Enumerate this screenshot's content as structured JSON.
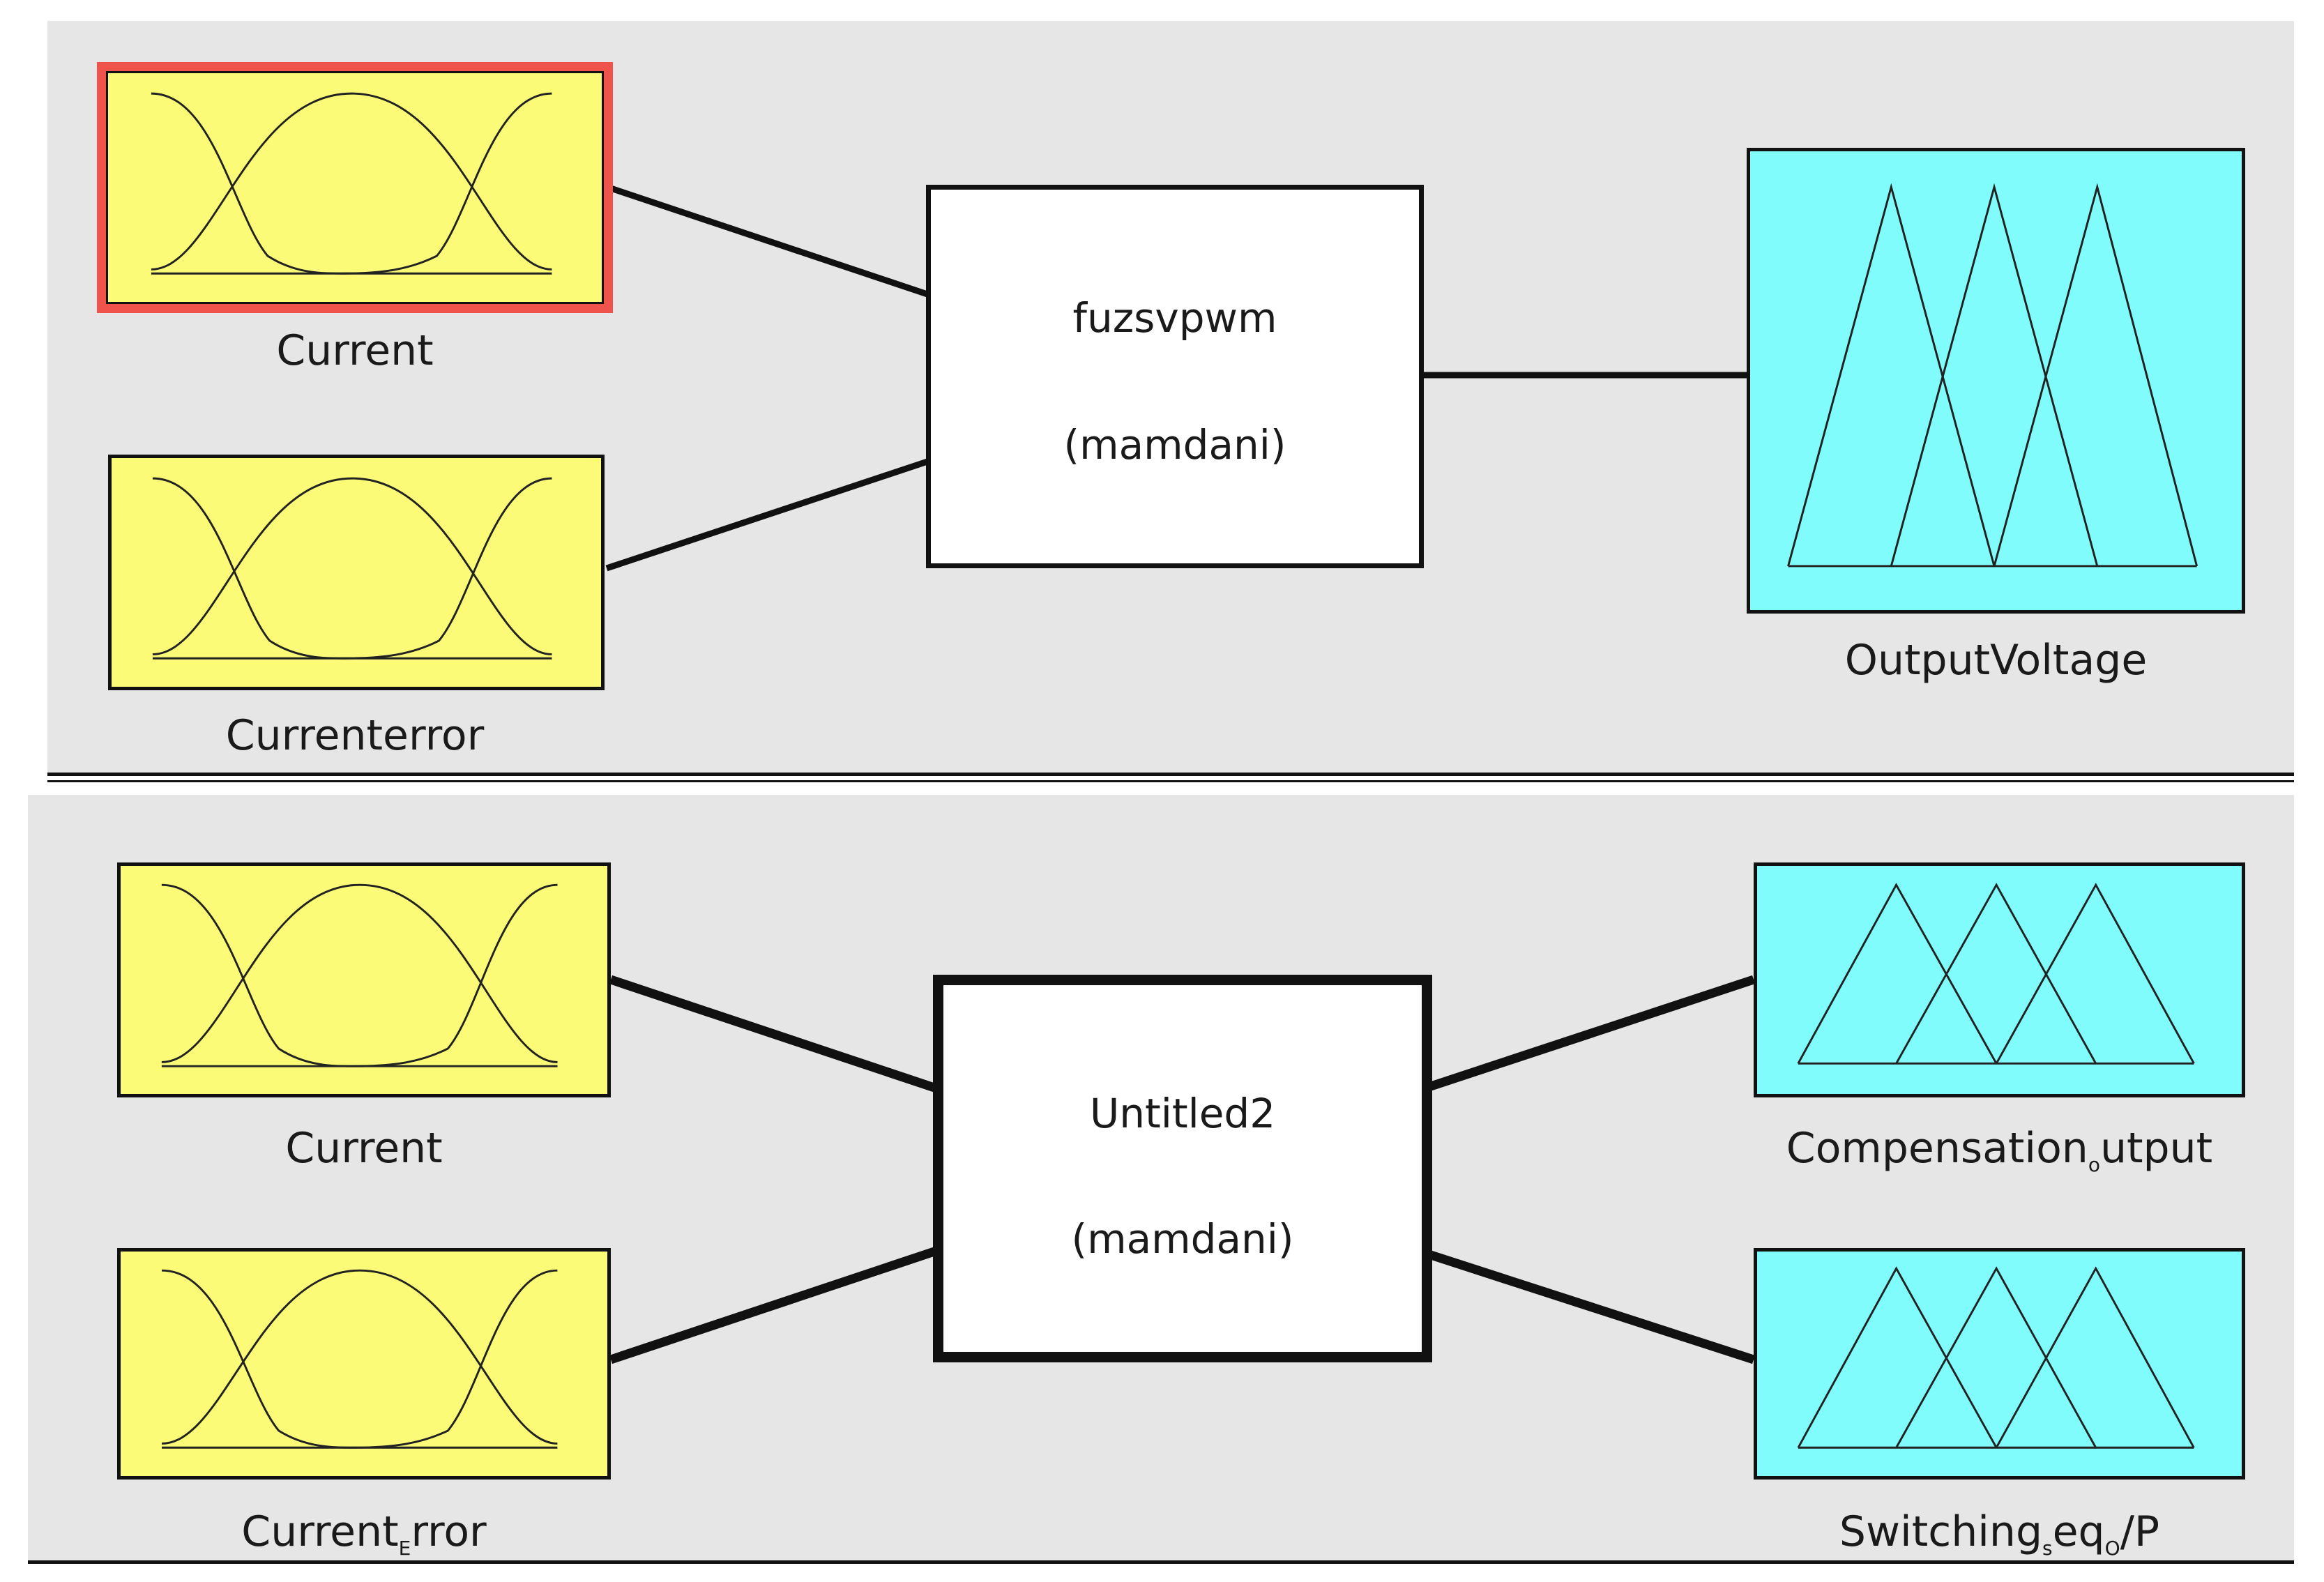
{
  "system1": {
    "name": "fuzsvpwm",
    "type": "(mamdani)",
    "inputs": [
      {
        "label": "Current",
        "mf_shape": "gaussian",
        "selected": true
      },
      {
        "label": "Currenterror",
        "mf_shape": "gaussian",
        "selected": false
      }
    ],
    "outputs": [
      {
        "label": "OutputVoltage",
        "mf_shape": "triangular"
      }
    ]
  },
  "system2": {
    "name": "Untitled2",
    "type": "(mamdani)",
    "inputs": [
      {
        "label": "Current",
        "mf_shape": "gaussian"
      },
      {
        "label_main": "Current",
        "label_sub": "E",
        "label_rest": "rror",
        "mf_shape": "gaussian"
      }
    ],
    "outputs": [
      {
        "label_main": "Compensation",
        "label_sub": "o",
        "label_rest": "utput",
        "mf_shape": "triangular"
      },
      {
        "label_main": "Switching",
        "label_sub": "s",
        "label_mid": "eq",
        "label_sub2": "O",
        "label_rest": "/P",
        "mf_shape": "triangular"
      }
    ]
  },
  "colors": {
    "input_fill": "#fbfb78",
    "output_fill": "#80fcfc",
    "selected_outline": "#f0524c",
    "panel_bg": "#e6e6e6"
  }
}
